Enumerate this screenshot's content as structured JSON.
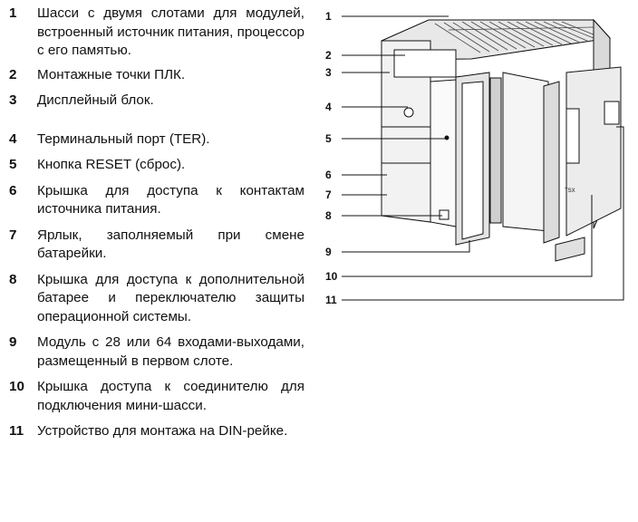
{
  "legend": {
    "items": [
      {
        "num": "1",
        "text": "Шасси с двумя слотами для модулей, встроенный источник питания, процессор с его памятью."
      },
      {
        "num": "2",
        "text": "Монтажные точки ПЛК."
      },
      {
        "num": "3",
        "text": "Дисплейный блок."
      },
      {
        "num": "4",
        "text": "Терминальный порт (TER)."
      },
      {
        "num": "5",
        "text": "Кнопка RESET (сброс)."
      },
      {
        "num": "6",
        "text": "Крышка для доступа к контактам источника питания."
      },
      {
        "num": "7",
        "text": "Ярлык, заполняемый при смене батарейки."
      },
      {
        "num": "8",
        "text": "Крышка для доступа к дополнительной батарее и переключателю защиты операционной системы."
      },
      {
        "num": "9",
        "text": "Модуль с 28 или 64 входами-выходами, размещенный в первом слоте."
      },
      {
        "num": "10",
        "text": "Крышка доступа к соединителю для подключения мини-шасси."
      },
      {
        "num": "11",
        "text": "Устройство для монтажа на DIN-рейке."
      }
    ]
  },
  "figure": {
    "callouts": [
      "1",
      "2",
      "3",
      "4",
      "5",
      "6",
      "7",
      "8",
      "9",
      "10",
      "11"
    ],
    "device_label": "TSX"
  }
}
